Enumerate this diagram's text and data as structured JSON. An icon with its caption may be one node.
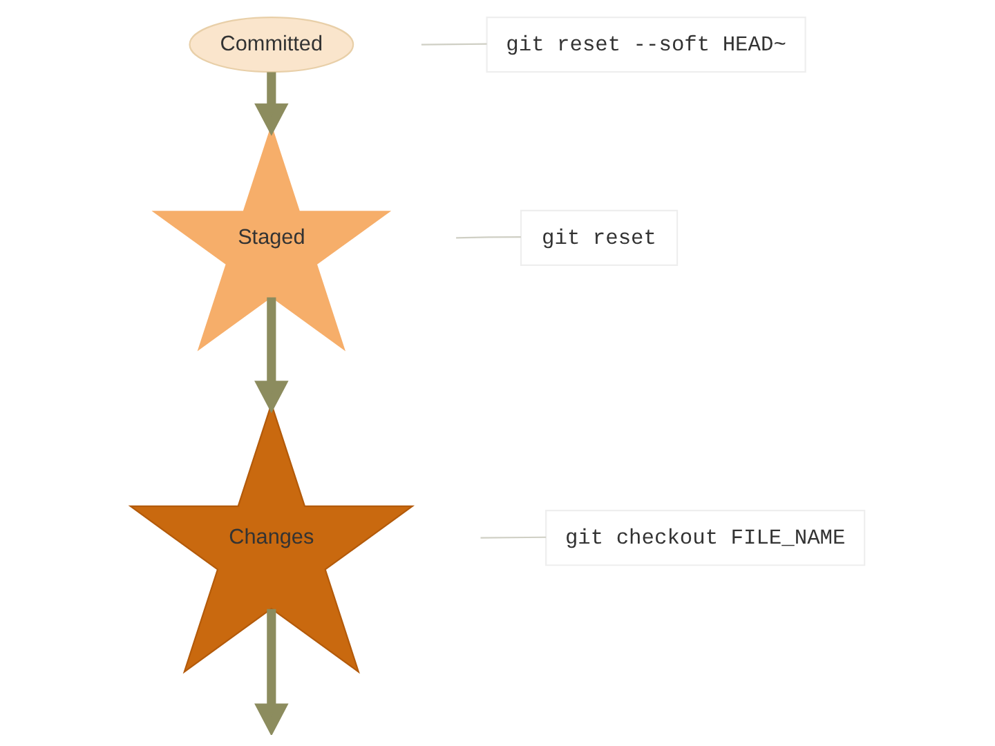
{
  "diagram": {
    "nodes": [
      {
        "text": [
          "Committed"
        ]
      },
      {
        "text": [
          "Staged"
        ]
      },
      {
        "text": [
          "Changes"
        ]
      },
      {
        "text": [
          "git reset --soft HEAD~"
        ]
      },
      {
        "text": [
          "git reset"
        ]
      },
      {
        "text": [
          "git checkout FILE_NAME"
        ]
      }
    ],
    "edges": [
      {
        "from": 0,
        "to": 1,
        "arrow": "to",
        "style": "thick"
      },
      {
        "from": 1,
        "to": 2,
        "arrow": "to",
        "style": "thick"
      },
      {
        "from": 2,
        "to": null,
        "arrow": "to",
        "style": "thick"
      },
      {
        "from": 3,
        "to": null,
        "arrow": "none",
        "color": "#cfcfc4"
      },
      {
        "from": 4,
        "to": null,
        "arrow": "none",
        "color": "#cfcfc4"
      },
      {
        "from": 5,
        "to": null,
        "arrow": "none",
        "color": "#cfcfc4"
      }
    ]
  }
}
